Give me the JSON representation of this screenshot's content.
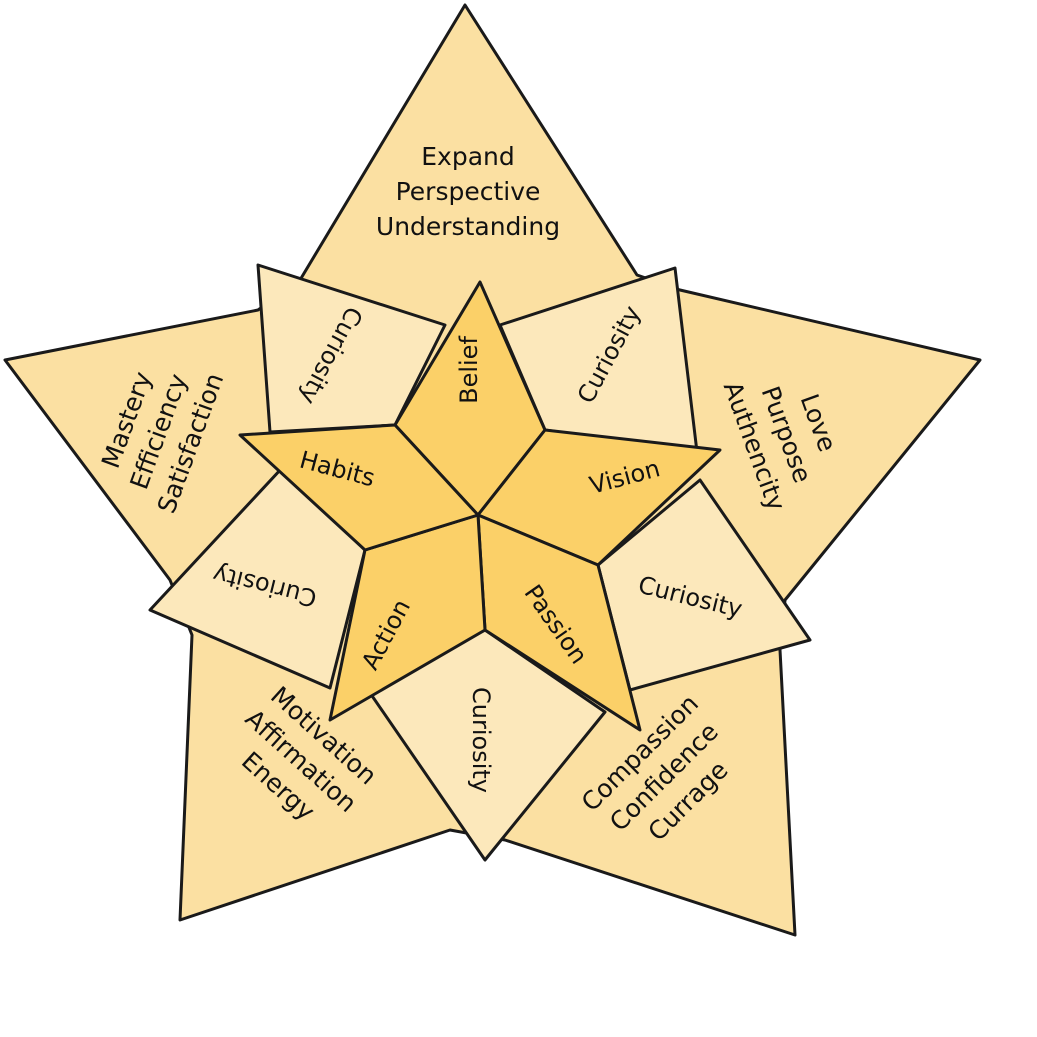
{
  "colors": {
    "outer": "#fbe0a2",
    "middle": "#fce8bb",
    "inner": "#fbd068",
    "stroke": "#1a1a1a"
  },
  "outer": {
    "top": [
      "Expand",
      "Perspective",
      "Understanding"
    ],
    "right": [
      "Love",
      "Purpose",
      "Authencity"
    ],
    "left": [
      "Mastery",
      "Efficiency",
      "Satisfaction"
    ],
    "bottom_left": [
      "Motivation",
      "Affirmation",
      "Energy"
    ],
    "bottom_right": [
      "Compassion",
      "Confidence",
      "Currage"
    ]
  },
  "middle": {
    "top_left": "Curiosity",
    "top_right": "Curiosity",
    "right": "Curiosity",
    "bottom": "Curiosity",
    "left": "Curiosity"
  },
  "inner": {
    "top": "Belief",
    "left": "Habits",
    "right": "Vision",
    "bottom_right": "Passion",
    "bottom_left": "Action"
  }
}
